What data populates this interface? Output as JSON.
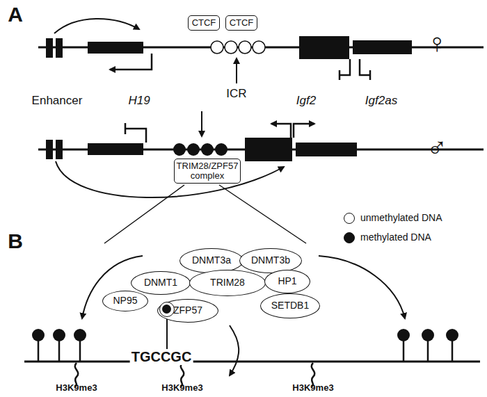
{
  "diagram": {
    "nodes": [
      {
        "text": [
          "CTCF"
        ]
      },
      {
        "text": [
          "CTCF"
        ]
      },
      {
        "text": [
          "TRIM28/ZPF57 complex"
        ]
      },
      {
        "text": [
          "DNMT3a"
        ]
      },
      {
        "text": [
          "DNMT3b"
        ]
      },
      {
        "text": [
          "DNMT1"
        ]
      },
      {
        "text": [
          "TRIM28"
        ]
      },
      {
        "text": [
          "HP1"
        ]
      },
      {
        "text": [
          "NP95"
        ]
      },
      {
        "text": [
          "ZFP57"
        ]
      },
      {
        "text": [
          "SETDB1"
        ]
      }
    ],
    "labels": [
      "A",
      "Enhancer",
      "H19",
      "ICR",
      "Igf2",
      "Igf2as",
      "♀",
      "♂",
      "B",
      "TGCCGC",
      "H3K9me3",
      "H3K9me3",
      "H3K9me3"
    ],
    "legend": [
      {
        "text": "unmethylated DNA",
        "color": "#ffffff"
      },
      {
        "text": "methylated DNA",
        "color": "#111111"
      }
    ]
  }
}
